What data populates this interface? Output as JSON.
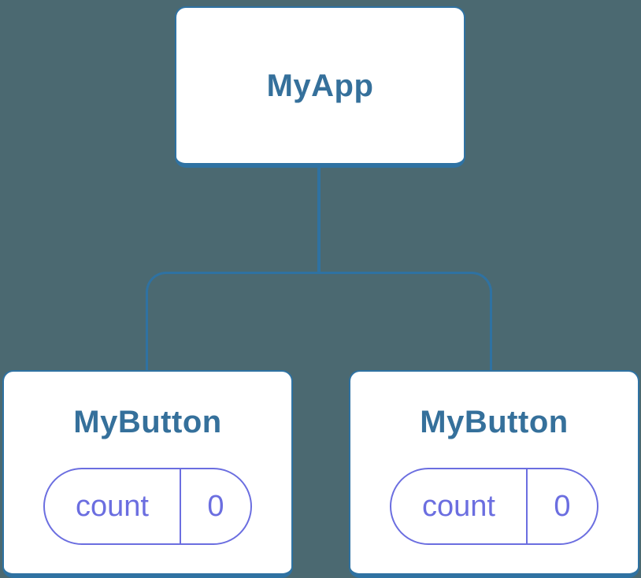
{
  "diagram": {
    "type": "component-tree",
    "colors": {
      "background": "#4b6971",
      "node_fill": "#ffffff",
      "blue_accent": "#2f72a2",
      "blue_text": "#35709b",
      "purple_accent": "#6b6ee0"
    },
    "tree": {
      "root": {
        "label": "MyApp"
      },
      "children": [
        {
          "label": "MyButton",
          "state_pill": {
            "name": "count",
            "value": "0"
          }
        },
        {
          "label": "MyButton",
          "state_pill": {
            "name": "count",
            "value": "0"
          }
        }
      ]
    }
  }
}
